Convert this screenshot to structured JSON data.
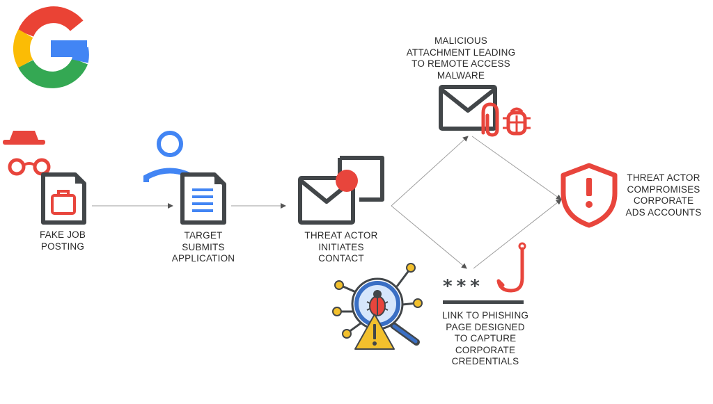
{
  "brand": {
    "name": "Google",
    "logo_icon": "google-g-logo"
  },
  "colors": {
    "dark": "#424649",
    "red": "#e8453c",
    "blue": "#4285f4",
    "line": "#9e9e9e"
  },
  "nodes": [
    {
      "id": "fake-job-posting",
      "icon": "spy-document-briefcase-icon",
      "label": [
        "FAKE JOB",
        "POSTING"
      ]
    },
    {
      "id": "target-submits-application",
      "icon": "user-document-icon",
      "label": [
        "TARGET",
        "SUBMITS",
        "APPLICATION"
      ]
    },
    {
      "id": "threat-actor-initiates-contact",
      "icon": "mail-chat-notification-icon",
      "label": [
        "THREAT ACTOR",
        "INITIATES",
        "CONTACT"
      ]
    },
    {
      "id": "malicious-attachment",
      "icon": "mail-attachment-bug-icon",
      "label": [
        "MALICIOUS",
        "ATTACHMENT LEADING",
        "TO REMOTE ACCESS",
        "MALWARE"
      ]
    },
    {
      "id": "phishing-link",
      "icon": "password-hook-icon",
      "label": [
        "LINK TO PHISHING",
        "PAGE DESIGNED",
        "TO CAPTURE",
        "CORPORATE",
        "CREDENTIALS"
      ]
    },
    {
      "id": "compromises-ads-accounts",
      "icon": "shield-alert-icon",
      "label": [
        "THREAT ACTOR",
        "COMPROMISES",
        "CORPORATE",
        "ADS ACCOUNTS"
      ]
    }
  ],
  "decor": {
    "icon": "magnifier-bug-warning-icon"
  },
  "edges": [
    {
      "from": "fake-job-posting",
      "to": "target-submits-application"
    },
    {
      "from": "target-submits-application",
      "to": "threat-actor-initiates-contact"
    },
    {
      "from": "threat-actor-initiates-contact",
      "to": "malicious-attachment"
    },
    {
      "from": "threat-actor-initiates-contact",
      "to": "phishing-link"
    },
    {
      "from": "malicious-attachment",
      "to": "compromises-ads-accounts"
    },
    {
      "from": "phishing-link",
      "to": "compromises-ads-accounts"
    }
  ]
}
